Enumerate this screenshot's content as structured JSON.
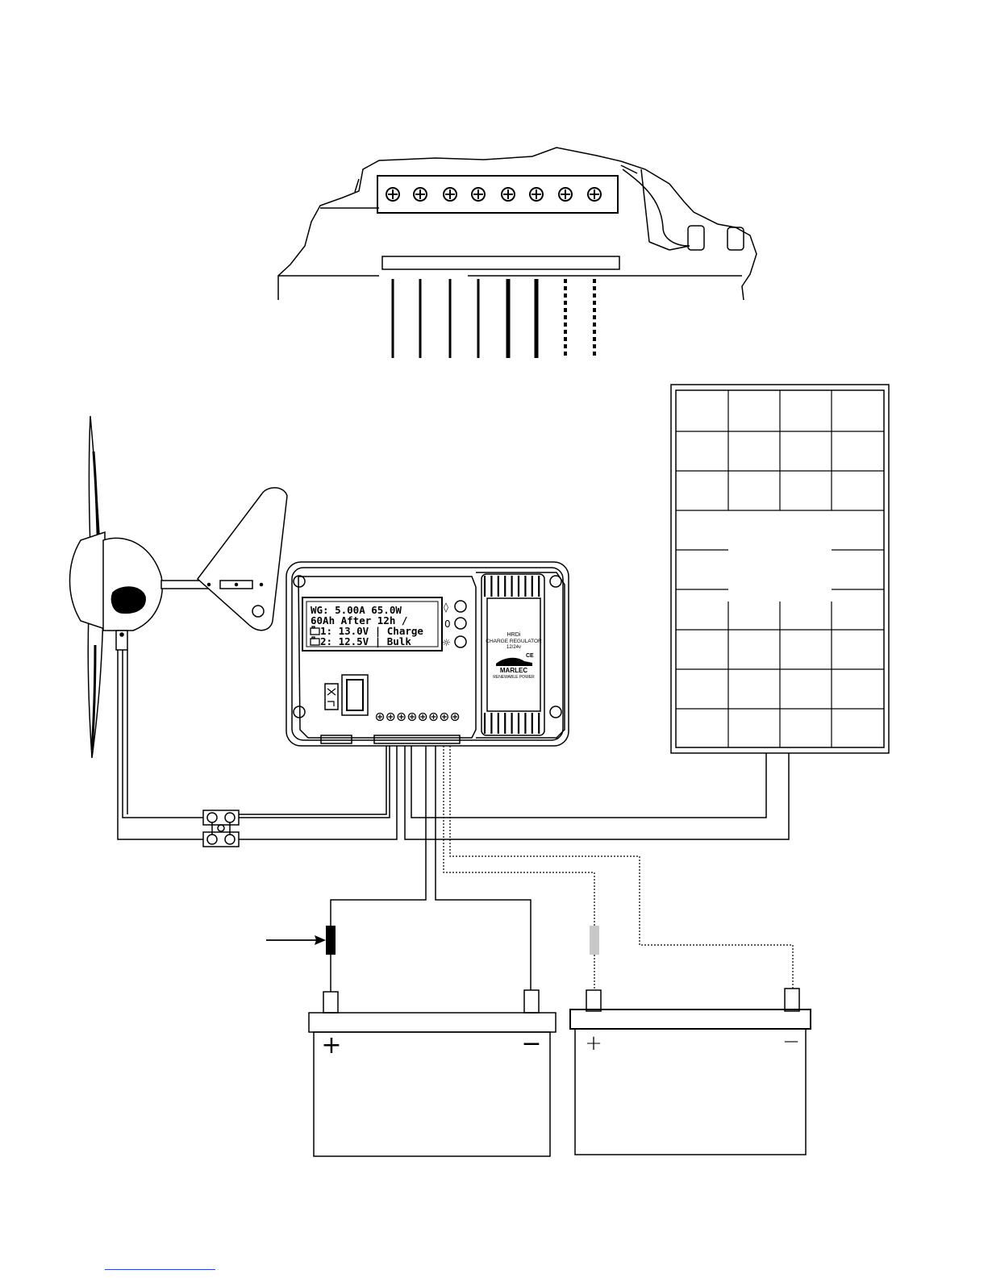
{
  "lcd": {
    "line1": "WG: 5.00A 65.0W",
    "line2": "60Ah   After  12h  /",
    "line3": "1: 13.0V | Charge",
    "line4": "2: 12.5V |  Bulk"
  },
  "buttons": [
    "◊",
    "0",
    "☼"
  ],
  "label": {
    "model": "HRDi",
    "name": "CHARGE REGULATOR",
    "voltage": "12/24v",
    "ce": "CE",
    "brand": "MARLEC",
    "tagline": "RENEWABLE POWER"
  },
  "battery1": {
    "plus": "+",
    "minus": "−"
  },
  "battery2": {
    "plus": "+",
    "minus": "−"
  },
  "colors": {
    "line": "#000000",
    "fuse_grey": "#c8c8c8",
    "link": "#2a3fd6"
  }
}
